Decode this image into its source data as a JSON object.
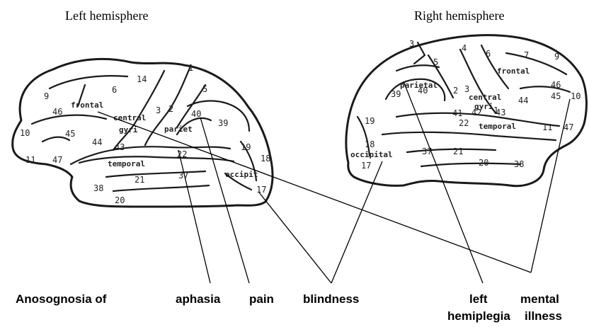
{
  "titles": {
    "left": "Left hemisphere",
    "right": "Right hemisphere"
  },
  "left_brain": {
    "regions": {
      "frontal": "frontal",
      "central": "central",
      "gyri": "gyri",
      "pariet": "pariet",
      "temporal": "temporal",
      "occipit": "occipit"
    },
    "areas": [
      "14",
      "6",
      "9",
      "46",
      "10",
      "45",
      "44",
      "47",
      "11",
      "3",
      "2",
      "1",
      "5",
      "40",
      "39",
      "43",
      "22",
      "19",
      "18",
      "37",
      "21",
      "38",
      "20",
      "17"
    ]
  },
  "right_brain": {
    "regions": {
      "frontal": "frontal",
      "parietal": "parietal",
      "central": "central",
      "gyri": "gyri",
      "temporal": "temporal",
      "occipital": "occipital"
    },
    "areas": [
      "3",
      "5",
      "4",
      "6",
      "7",
      "9",
      "46",
      "45",
      "10",
      "39",
      "40",
      "2",
      "3",
      "1",
      "41",
      "42",
      "43",
      "44",
      "22",
      "11",
      "47",
      "19",
      "18",
      "17",
      "37",
      "21",
      "20",
      "38"
    ]
  },
  "captions": {
    "prefix": "Anosognosia of",
    "aphasia": "aphasia",
    "pain": "pain",
    "blindness": "blindness",
    "left_hemiplegia_1": "left",
    "left_hemiplegia_2": "hemiplegia",
    "mental_illness_1": "mental",
    "mental_illness_2": "illness"
  }
}
